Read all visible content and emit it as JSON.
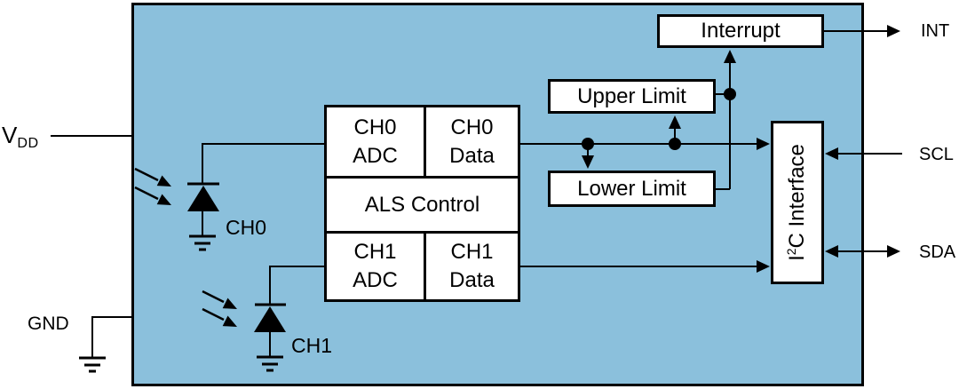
{
  "colors": {
    "chip-fill": "#8BC0DC",
    "line": "#000000",
    "box-fill": "#FFFFFF",
    "text": "#000000"
  },
  "pins": {
    "vdd": {
      "base": "V",
      "sub": "DD"
    },
    "gnd": "GND",
    "int": "INT",
    "scl": "SCL",
    "sda": "SDA"
  },
  "photodiodes": {
    "ch0": "CH0",
    "ch1": "CH1"
  },
  "blocks": {
    "ch0_adc": "CH0\nADC",
    "ch0_data": "CH0\nData",
    "als_control": "ALS Control",
    "ch1_adc": "CH1\nADC",
    "ch1_data": "CH1\nData",
    "upper_limit": "Upper Limit",
    "lower_limit": "Lower Limit",
    "interrupt": "Interrupt",
    "i2c": {
      "base": "I",
      "sup": "2",
      "rest": "C Interface"
    }
  }
}
